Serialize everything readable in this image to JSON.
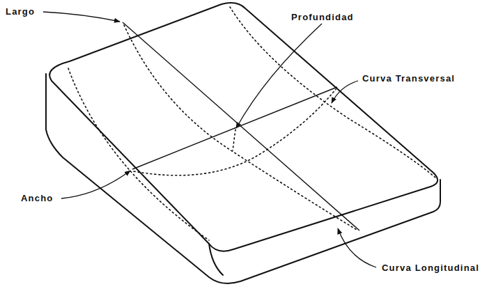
{
  "diagram": {
    "labels": [
      "Largo",
      "Profundidad",
      "Curva Transversal",
      "Ancho",
      "Curva Longitudinal"
    ]
  }
}
